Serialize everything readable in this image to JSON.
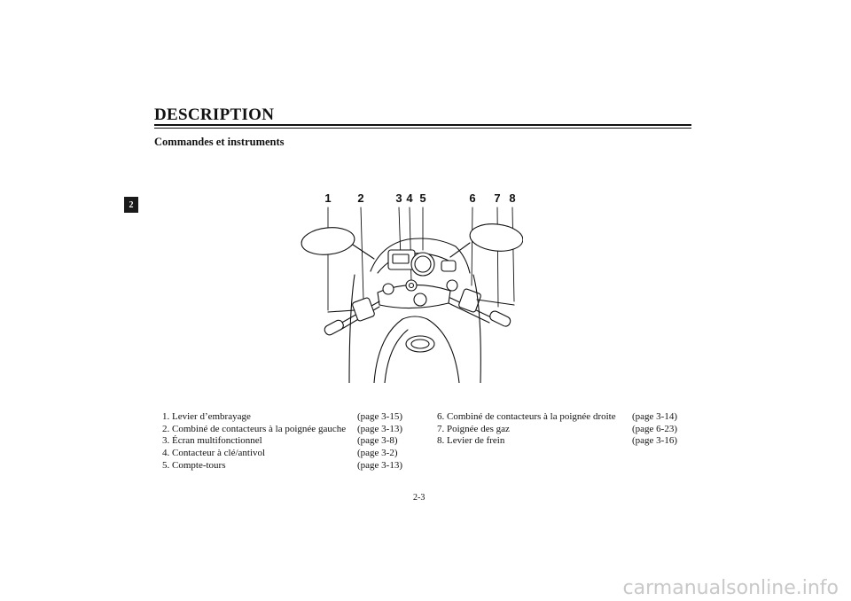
{
  "header": {
    "title": "DESCRIPTION",
    "subtitle": "Commandes et instruments"
  },
  "chapter_tab": "2",
  "callouts": [
    "1",
    "2",
    "3",
    "4",
    "5",
    "6",
    "7",
    "8"
  ],
  "legend": {
    "left": [
      {
        "label": "1. Levier d’embrayage",
        "page": "(page 3-15)"
      },
      {
        "label": "2. Combiné de contacteurs à la poignée gauche",
        "page": "(page 3-13)"
      },
      {
        "label": "3. Écran multifonctionnel",
        "page": "(page 3-8)"
      },
      {
        "label": "4. Contacteur à clé/antivol",
        "page": "(page 3-2)"
      },
      {
        "label": "5. Compte-tours",
        "page": "(page 3-13)"
      }
    ],
    "right": [
      {
        "label": "6. Combiné de contacteurs à la poignée droite",
        "page": "(page 3-14)"
      },
      {
        "label": "7. Poignée des gaz",
        "page": "(page 6-23)"
      },
      {
        "label": "8. Levier de frein",
        "page": "(page 3-16)"
      }
    ]
  },
  "footer": {
    "page_number": "2-3",
    "watermark": "carmanualsonline.info"
  }
}
